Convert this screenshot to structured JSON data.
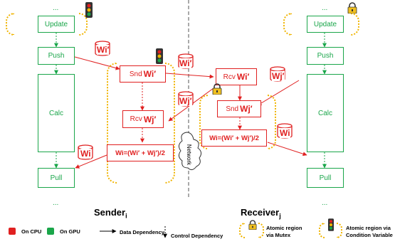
{
  "nodes": {
    "update_left": "Update",
    "push_left": "Push",
    "calc_left": "Calc",
    "pull_left": "Pull",
    "update_right": "Update",
    "push_right": "Push",
    "calc_right": "Calc",
    "pull_right": "Pull",
    "ellipsis": "...",
    "snd_label": "Snd",
    "rcv_label": "Rcv",
    "w_i": "Wi′",
    "w_i_plain": "Wi",
    "w_j": "Wj′",
    "merge_formula": "Wi=(Wi′ + Wj′)/2",
    "network": "Network"
  },
  "titles": {
    "sender": "Sender",
    "sender_sub": "i",
    "receiver": "Receiver",
    "receiver_sub": "j"
  },
  "legend": {
    "on_cpu": "On CPU",
    "on_gpu": "On GPU",
    "data_dependency": "Data Dependency",
    "control_dependency": "Control Dependency",
    "atomic_mutex": "Atomic region via Mutex",
    "atomic_condvar": "Atomic region via Condition Variable"
  },
  "colors": {
    "cpu": "#e02020",
    "gpu": "#1aa64a",
    "atomic": "#f0b400"
  }
}
